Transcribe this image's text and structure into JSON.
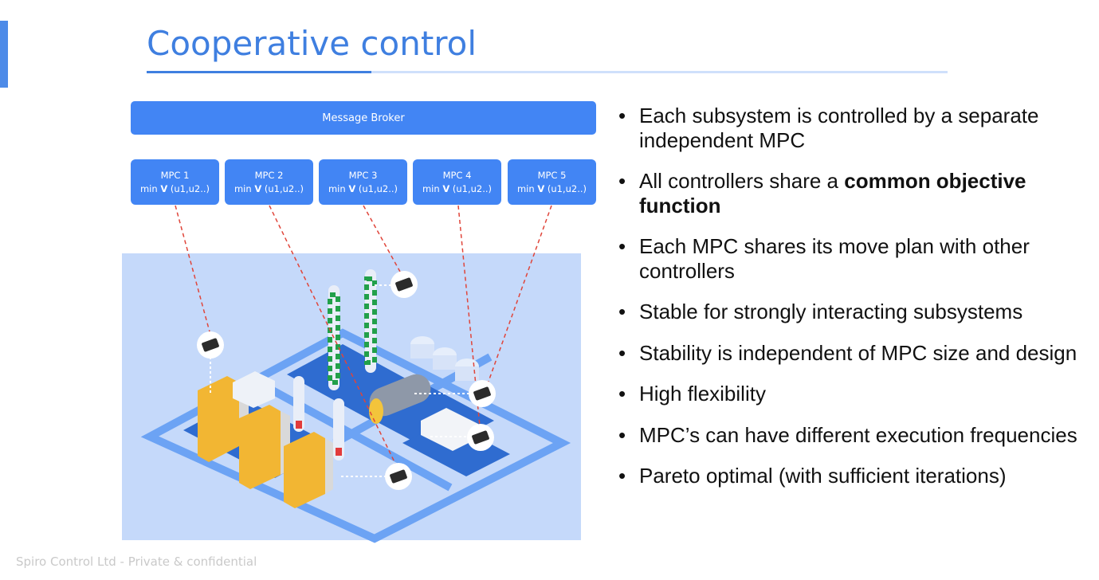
{
  "slide": {
    "title": "Cooperative control",
    "footer": "Spiro Control Ltd - Private & confidential"
  },
  "diagram": {
    "broker_label": "Message Broker",
    "controllers": [
      {
        "name": "MPC 1",
        "fn_prefix": "min ",
        "fn_bold": "V",
        "fn_suffix": " (u1,u2..)"
      },
      {
        "name": "MPC 2",
        "fn_prefix": "min ",
        "fn_bold": "V",
        "fn_suffix": " (u1,u2..)"
      },
      {
        "name": "MPC 3",
        "fn_prefix": "min ",
        "fn_bold": "V",
        "fn_suffix": " (u1,u2..)"
      },
      {
        "name": "MPC 4",
        "fn_prefix": "min ",
        "fn_bold": "V",
        "fn_suffix": " (u1,u2..)"
      },
      {
        "name": "MPC 5",
        "fn_prefix": "min ",
        "fn_bold": "V",
        "fn_suffix": " (u1,u2..)"
      }
    ],
    "colors": {
      "accent": "#4285f4",
      "title": "#3f7fe0",
      "plant_bg": "#c5d9fa",
      "link_line": "#e0453a"
    }
  },
  "bullets": [
    {
      "text": "Each subsystem is controlled by a separate independent MPC"
    },
    {
      "pre": "All controllers share a ",
      "bold": "common objective function"
    },
    {
      "text": "Each MPC shares its move plan with other controllers"
    },
    {
      "text": "Stable for strongly interacting subsystems"
    },
    {
      "text": "Stability is independent of MPC size and design"
    },
    {
      "text": "High flexibility"
    },
    {
      "text": "MPC’s can have different execution frequencies"
    },
    {
      "text": "Pareto optimal (with sufficient iterations)"
    }
  ]
}
